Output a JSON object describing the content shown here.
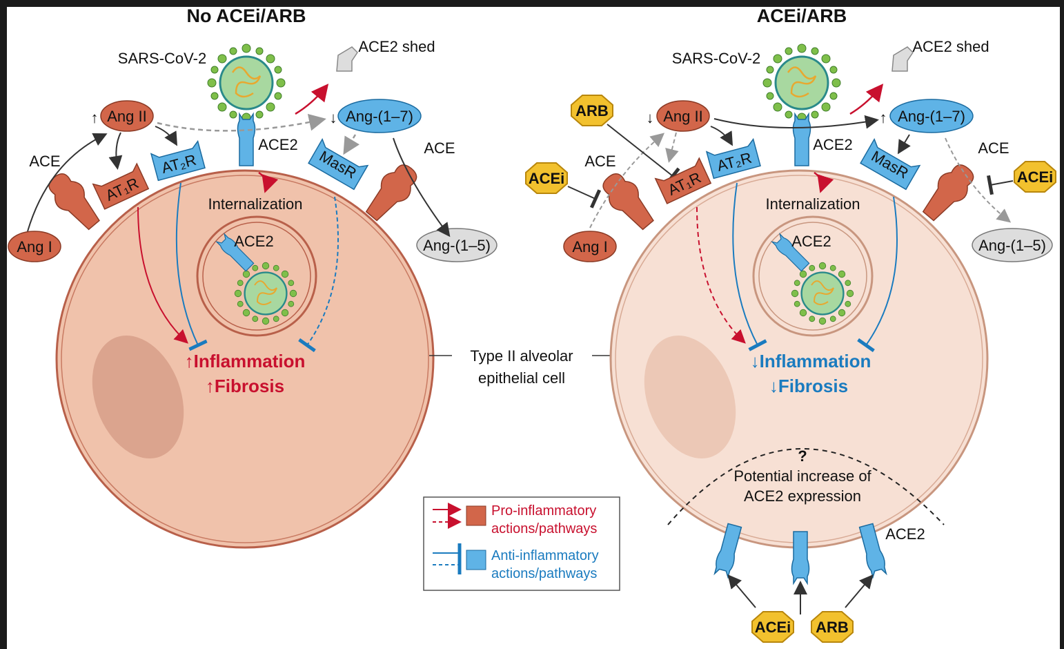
{
  "panels": {
    "left": {
      "title": "No ACEi/ARB",
      "virus": "SARS-CoV-2",
      "ace2_shed": "ACE2 shed",
      "ang2": "Ang II",
      "ang2_arrow": "↑",
      "ang17": "Ang-(1–7)",
      "ang17_arrow": "↓",
      "ang1": "Ang I",
      "ang15": "Ang-(1–5)",
      "ace_left": "ACE",
      "ace_right": "ACE",
      "ace2": "ACE2",
      "ace2_internal": "ACE2",
      "at1r": "AT₁R",
      "at2r": "AT₂R",
      "masr": "MasR",
      "internalization": "Internalization",
      "outcome1": "↑Inflammation",
      "outcome2": "↑Fibrosis"
    },
    "right": {
      "title": "ACEi/ARB",
      "virus": "SARS-CoV-2",
      "ace2_shed": "ACE2 shed",
      "ang2": "Ang II",
      "ang2_arrow": "↓",
      "ang17": "Ang-(1–7)",
      "ang17_arrow": "↑",
      "ang1": "Ang I",
      "ang15": "Ang-(1–5)",
      "ace_left": "ACE",
      "ace_right": "ACE",
      "arb_top": "ARB",
      "acei_left": "ACEi",
      "acei_right": "ACEi",
      "ace2": "ACE2",
      "ace2_internal": "ACE2",
      "at1r": "AT₁R",
      "at2r": "AT₂R",
      "masr": "MasR",
      "internalization": "Internalization",
      "outcome1": "↓Inflammation",
      "outcome2": "↓Fibrosis",
      "question": "?",
      "potential1": "Potential increase of",
      "potential2": "ACE2 expression",
      "ace2_expr": "ACE2",
      "acei_bottom": "ACEi",
      "arb_bottom": "ARB"
    }
  },
  "cell_label": [
    "Type II alveolar",
    "epithelial cell"
  ],
  "legend": {
    "pro": [
      "Pro-inflammatory",
      "actions/pathways"
    ],
    "anti": [
      "Anti-inflammatory",
      "actions/pathways"
    ]
  },
  "colors": {
    "pro": "#c8102e",
    "anti": "#1a7bbf",
    "receptor_red": "#d2664a",
    "receptor_blue": "#5fb3e6",
    "drug": "#f2c12e"
  }
}
